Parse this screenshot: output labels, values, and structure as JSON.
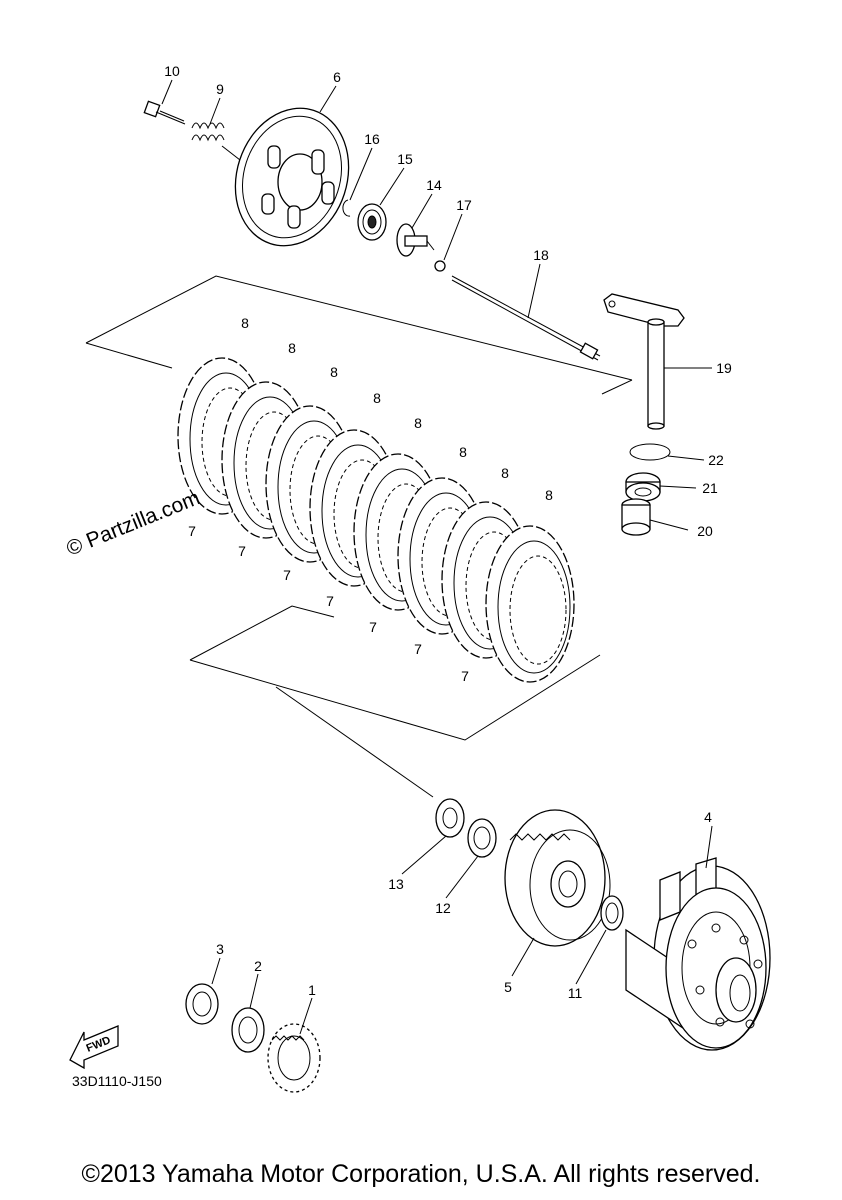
{
  "callouts": [
    "1",
    "2",
    "3",
    "4",
    "5",
    "6",
    "7",
    "8",
    "9",
    "10",
    "11",
    "12",
    "13",
    "14",
    "15",
    "16",
    "17",
    "18",
    "19",
    "20",
    "21",
    "22"
  ],
  "diagram_code": "33D1110-J150",
  "watermark": "© Partzilla.com",
  "fwd_label": "FWD",
  "copyright": "©2013 Yamaha Motor Corporation, U.S.A. All rights reserved."
}
